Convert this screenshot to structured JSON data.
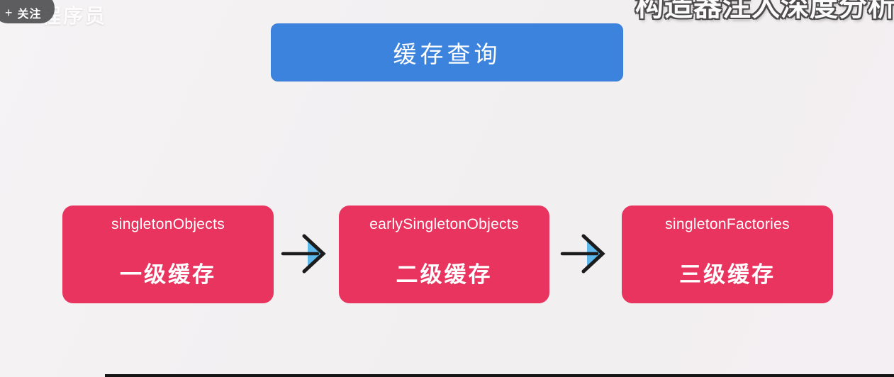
{
  "page": {
    "bg_color": "#f1eff0"
  },
  "overlay": {
    "follow_button": {
      "plus": "+",
      "label": "关注"
    },
    "channel_name": "程序员",
    "top_right_title": "构造器注入深度分析"
  },
  "diagram": {
    "title_box": {
      "label": "缓存查询",
      "color": "#3c83de"
    },
    "box_color": "#e8345e",
    "cache_boxes": [
      {
        "code": "singletonObjects",
        "label": "一级缓存"
      },
      {
        "code": "earlySingletonObjects",
        "label": "二级缓存"
      },
      {
        "code": "singletonFactories",
        "label": "三级缓存"
      }
    ],
    "arrow": {
      "color": "#1c1c1c",
      "accent": "#5fb8ea"
    }
  }
}
